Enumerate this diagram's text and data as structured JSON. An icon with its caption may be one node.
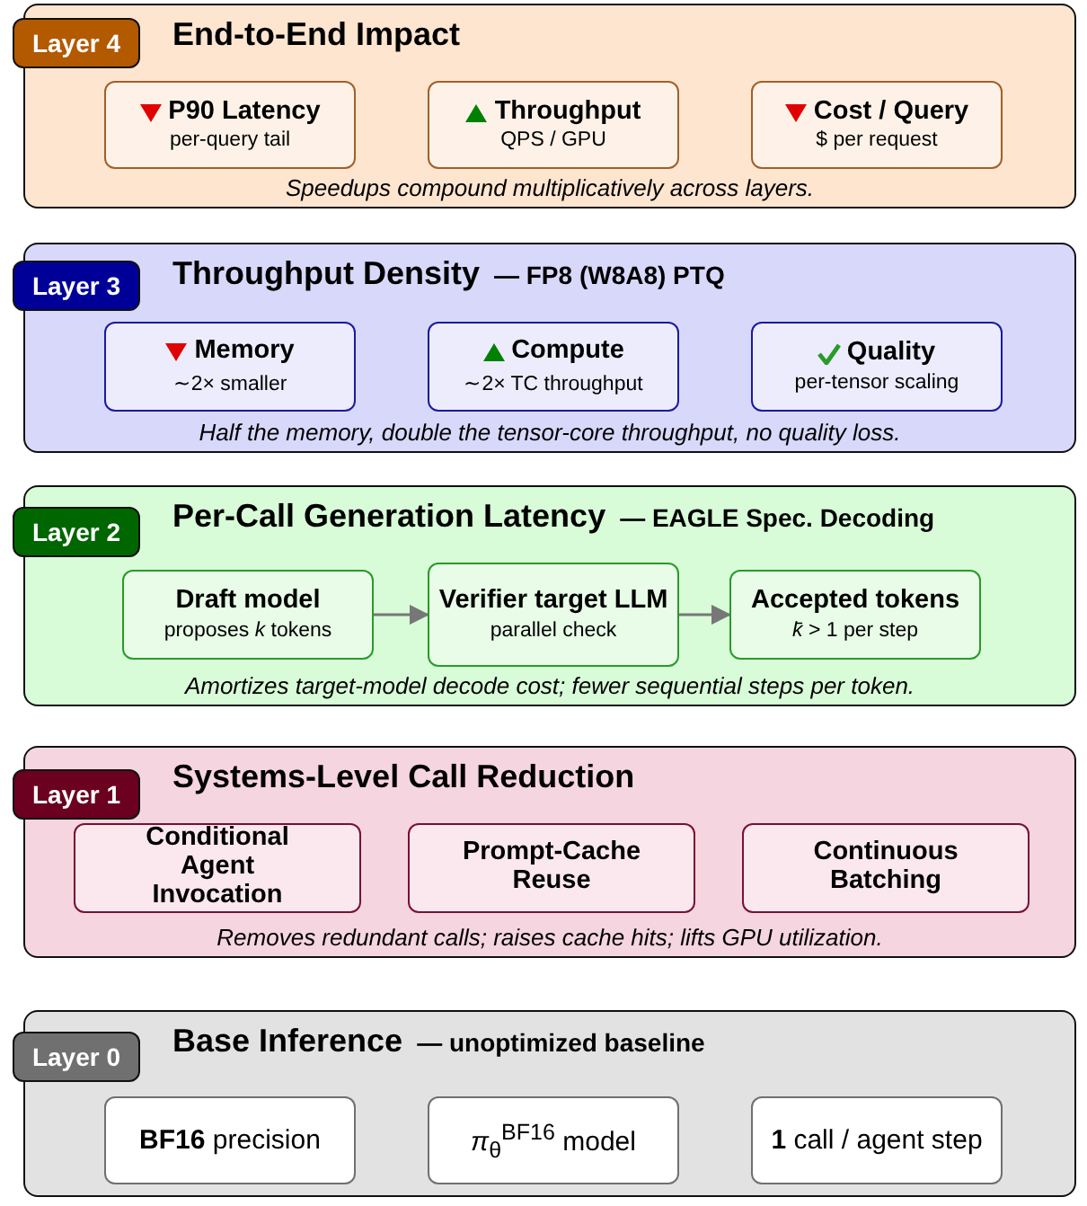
{
  "diagram": {
    "nodes": [
      {
        "text": [
          "Layer 4"
        ]
      },
      {
        "text": [
          "End-to-End Impact",
          "Speedups compound multiplicatively across layers."
        ]
      },
      {
        "text": [
          "P90 Latency",
          "per-query tail"
        ],
        "in": 1
      },
      {
        "text": [
          "Throughput",
          "QPS / GPU"
        ],
        "in": 1
      },
      {
        "text": [
          "Cost / Query",
          "$ per request"
        ],
        "in": 1
      },
      {
        "text": [
          "Layer 3"
        ]
      },
      {
        "text": [
          "Throughput Density",
          "— FP8 (W8A8) PTQ",
          "Half the memory, double the tensor-core throughput, no quality loss."
        ]
      },
      {
        "text": [
          "Memory",
          "∼2× smaller"
        ],
        "in": 6
      },
      {
        "text": [
          "Compute",
          "∼2× TC throughput"
        ],
        "in": 6
      },
      {
        "text": [
          "Quality",
          "per-tensor scaling"
        ],
        "in": 6
      },
      {
        "text": [
          "Layer 2"
        ]
      },
      {
        "text": [
          "Per-Call Generation Latency",
          "— EAGLE Spec. Decoding",
          "Amortizes target-model decode cost; fewer sequential steps per token."
        ]
      },
      {
        "text": [
          "Draft model",
          "proposes *k* tokens"
        ],
        "in": 11
      },
      {
        "text": [
          "Verifier target LLM",
          "parallel check"
        ],
        "in": 11
      },
      {
        "text": [
          "Accepted tokens",
          "*k̄* > 1 per step"
        ],
        "in": 11
      },
      {
        "text": [
          "Layer 1"
        ]
      },
      {
        "text": [
          "Systems-Level Call Reduction",
          "Removes redundant calls; raises cache hits; lifts GPU utilization."
        ]
      },
      {
        "text": [
          "Conditional Agent Invocation"
        ],
        "in": 16
      },
      {
        "text": [
          "Prompt-Cache Reuse"
        ],
        "in": 16
      },
      {
        "text": [
          "Continuous Batching"
        ],
        "in": 16
      },
      {
        "text": [
          "Layer 0"
        ]
      },
      {
        "text": [
          "Base Inference",
          "— unoptimized baseline"
        ]
      },
      {
        "text": [
          "**BF16** precision"
        ],
        "in": 21
      },
      {
        "text": [
          "*π*$_{θ}$$^{BF16}$ model"
        ],
        "in": 21
      },
      {
        "text": [
          "**1** call / agent step"
        ],
        "in": 21
      }
    ],
    "edges": [
      {
        "from": 12,
        "to": 13,
        "arrow": "to"
      },
      {
        "from": 13,
        "to": 14,
        "arrow": "to"
      }
    ]
  }
}
